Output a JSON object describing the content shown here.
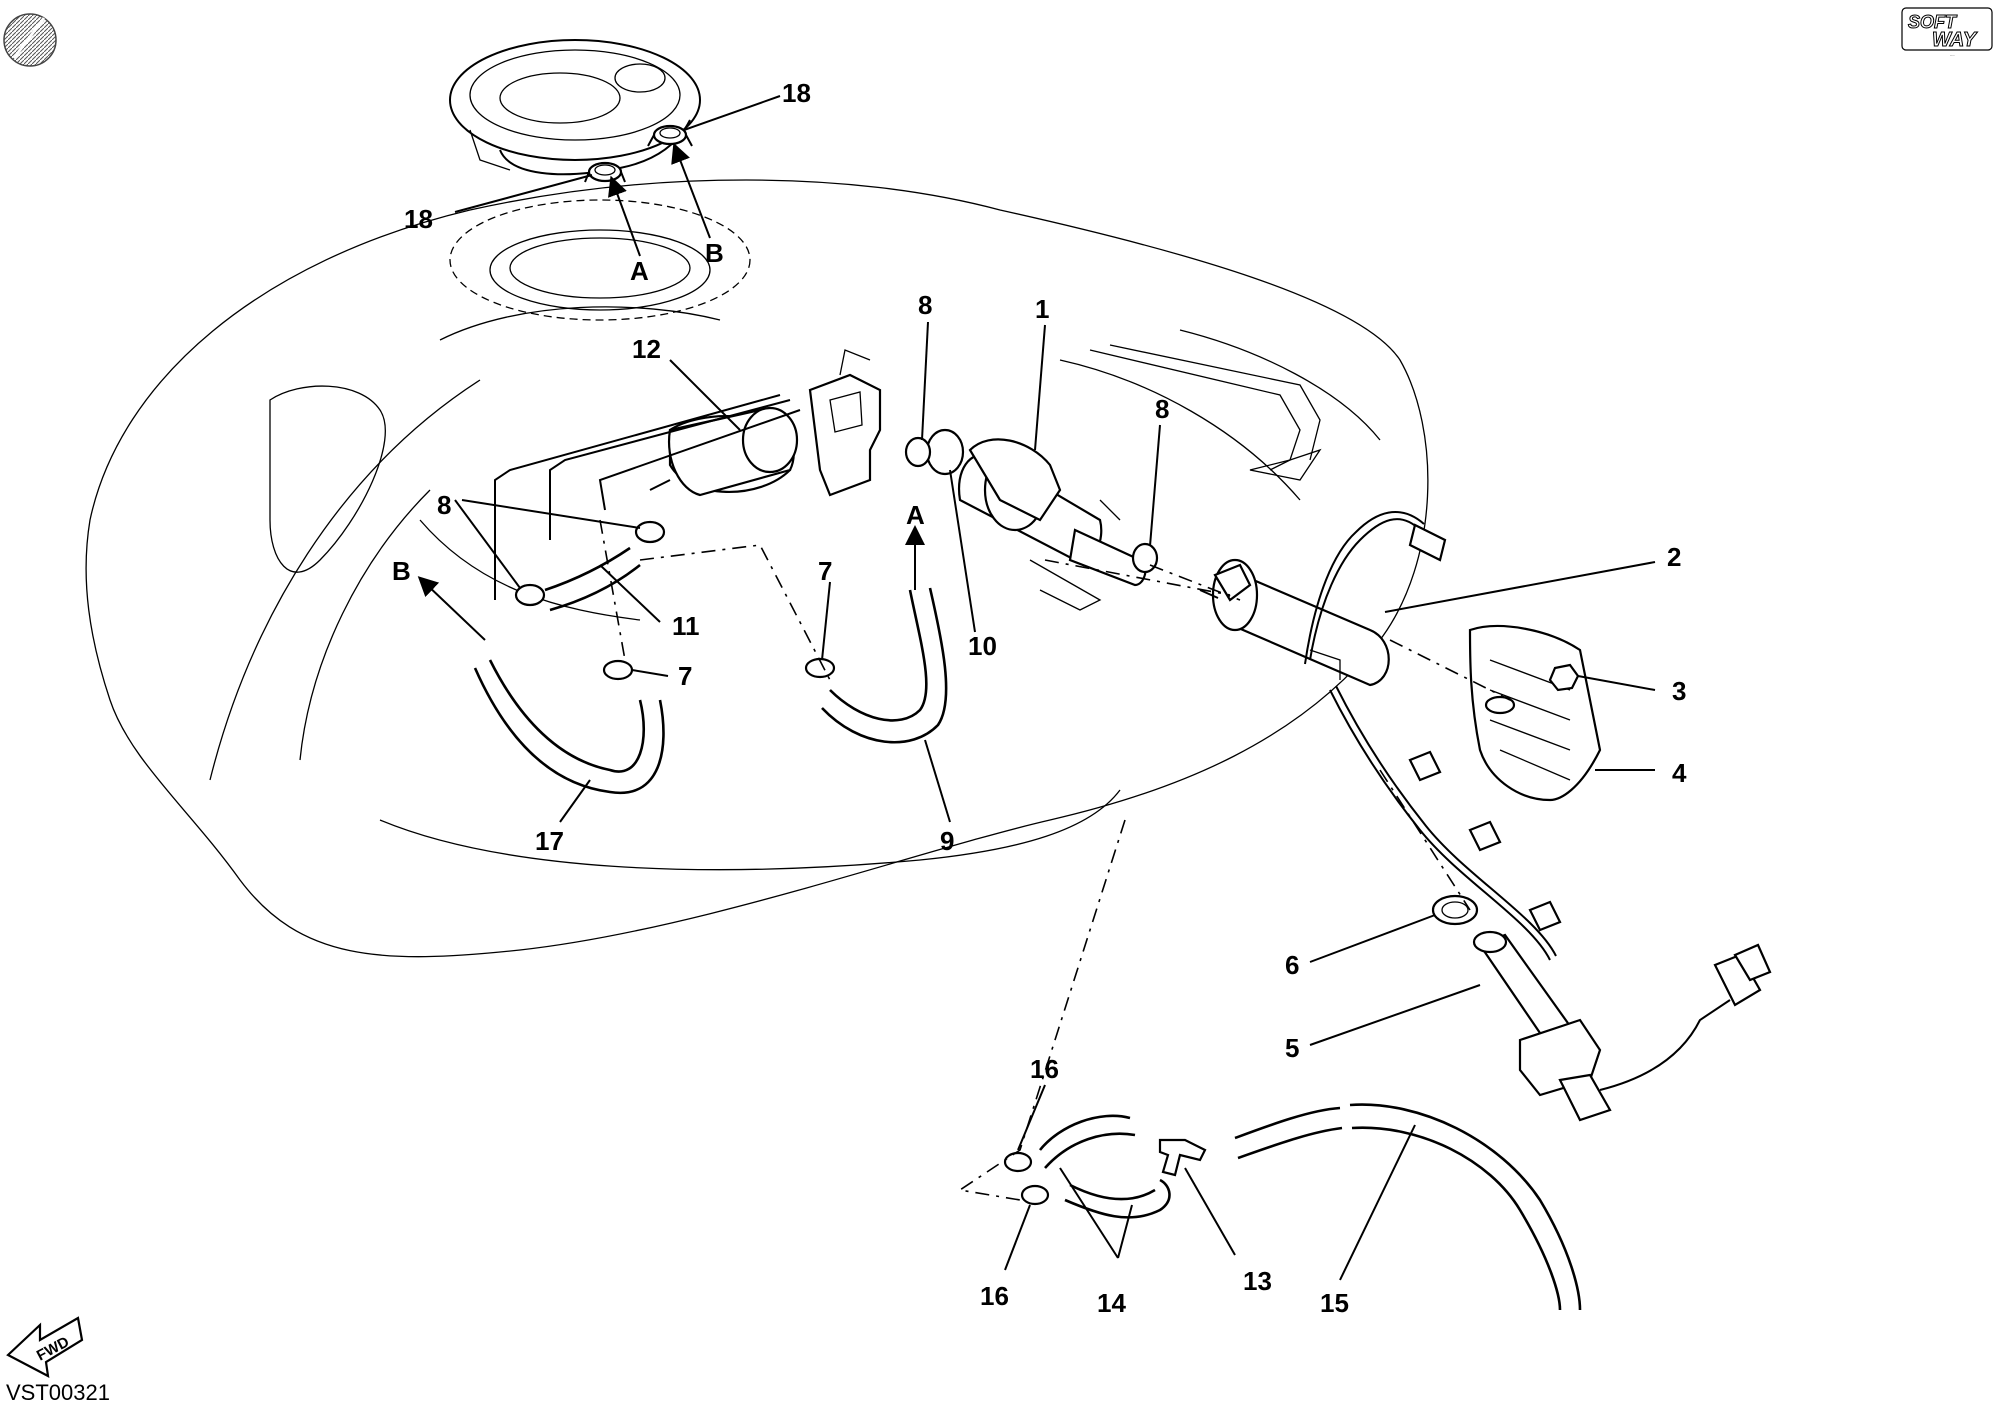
{
  "drawing": {
    "code": "VST00321",
    "brand_logo": "SOFT WAY",
    "fwd_label": "FWD"
  },
  "callouts": [
    {
      "id": "c18a",
      "text": "18"
    },
    {
      "id": "c18b",
      "text": "18"
    },
    {
      "id": "cA1",
      "text": "A"
    },
    {
      "id": "cB1",
      "text": "B"
    },
    {
      "id": "c8a",
      "text": "8"
    },
    {
      "id": "c1",
      "text": "1"
    },
    {
      "id": "c12",
      "text": "12"
    },
    {
      "id": "c8b",
      "text": "8"
    },
    {
      "id": "c8c",
      "text": "8"
    },
    {
      "id": "cA2",
      "text": "A"
    },
    {
      "id": "cB2",
      "text": "B"
    },
    {
      "id": "c7a",
      "text": "7"
    },
    {
      "id": "c11",
      "text": "11"
    },
    {
      "id": "c10",
      "text": "10"
    },
    {
      "id": "c2",
      "text": "2"
    },
    {
      "id": "c7b",
      "text": "7"
    },
    {
      "id": "c3",
      "text": "3"
    },
    {
      "id": "c4",
      "text": "4"
    },
    {
      "id": "c17",
      "text": "17"
    },
    {
      "id": "c9",
      "text": "9"
    },
    {
      "id": "c6",
      "text": "6"
    },
    {
      "id": "c5",
      "text": "5"
    },
    {
      "id": "c16a",
      "text": "16"
    },
    {
      "id": "c16b",
      "text": "16"
    },
    {
      "id": "c13",
      "text": "13"
    },
    {
      "id": "c14",
      "text": "14"
    },
    {
      "id": "c15",
      "text": "15"
    }
  ]
}
